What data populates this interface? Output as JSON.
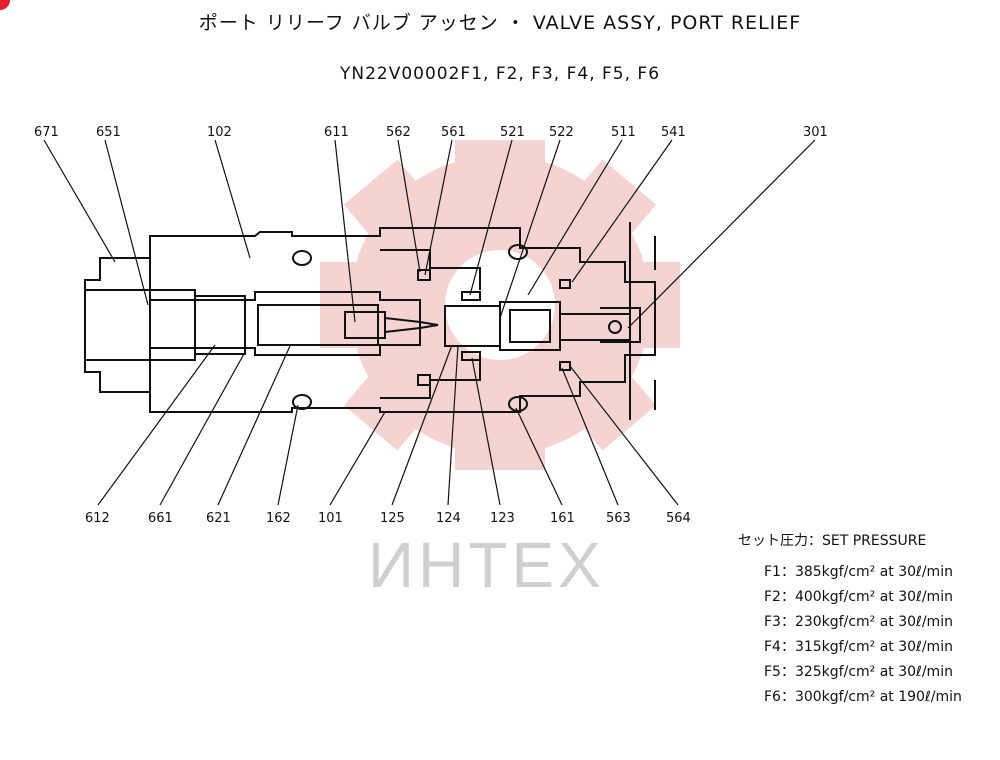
{
  "header": {
    "title": "ポート リリーフ バルブ アッセン ・ VALVE ASSY, PORT RELIEF",
    "subtitle": "YN22V00002F1, F2, F3, F4, F5, F6"
  },
  "labels": {
    "top": [
      "671",
      "651",
      "102",
      "611",
      "562",
      "561",
      "521",
      "522",
      "511",
      "541",
      "301"
    ],
    "bottom": [
      "612",
      "661",
      "621",
      "162",
      "101",
      "125",
      "124",
      "123",
      "161",
      "563",
      "564"
    ]
  },
  "set_pressure": {
    "heading": "セット圧力：SET PRESSURE",
    "rows": [
      "F1：385kgf/cm² at 30ℓ/min",
      "F2：400kgf/cm² at 30ℓ/min",
      "F3：230kgf/cm² at 30ℓ/min",
      "F4：315kgf/cm² at 30ℓ/min",
      "F5：325kgf/cm² at 30ℓ/min",
      "F6：300kgf/cm² at 190ℓ/min"
    ]
  },
  "watermark": {
    "text": "ИНТЕХ"
  },
  "colors": {
    "line": "#111111",
    "watermark": "#f3c8c8"
  }
}
